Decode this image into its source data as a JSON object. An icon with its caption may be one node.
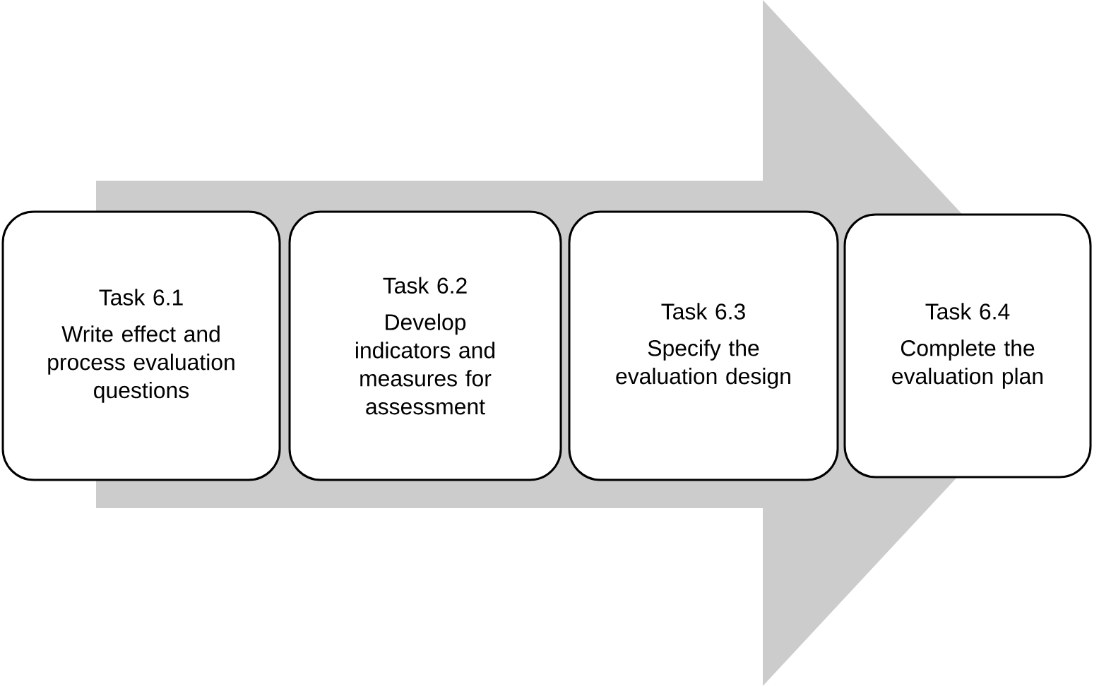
{
  "diagram": {
    "nodes": [
      {
        "text": [
          "Task 6.1",
          "Write effect and process evaluation questions"
        ]
      },
      {
        "text": [
          "Task 6.2",
          "Develop indicators and measures for assessment"
        ]
      },
      {
        "text": [
          "Task 6.3",
          "Specify the evaluation design"
        ]
      },
      {
        "text": [
          "Task 6.4",
          "Complete the evaluation plan"
        ]
      }
    ],
    "edges": [
      {
        "from": 0,
        "to": 3,
        "arrow": "to"
      }
    ]
  }
}
